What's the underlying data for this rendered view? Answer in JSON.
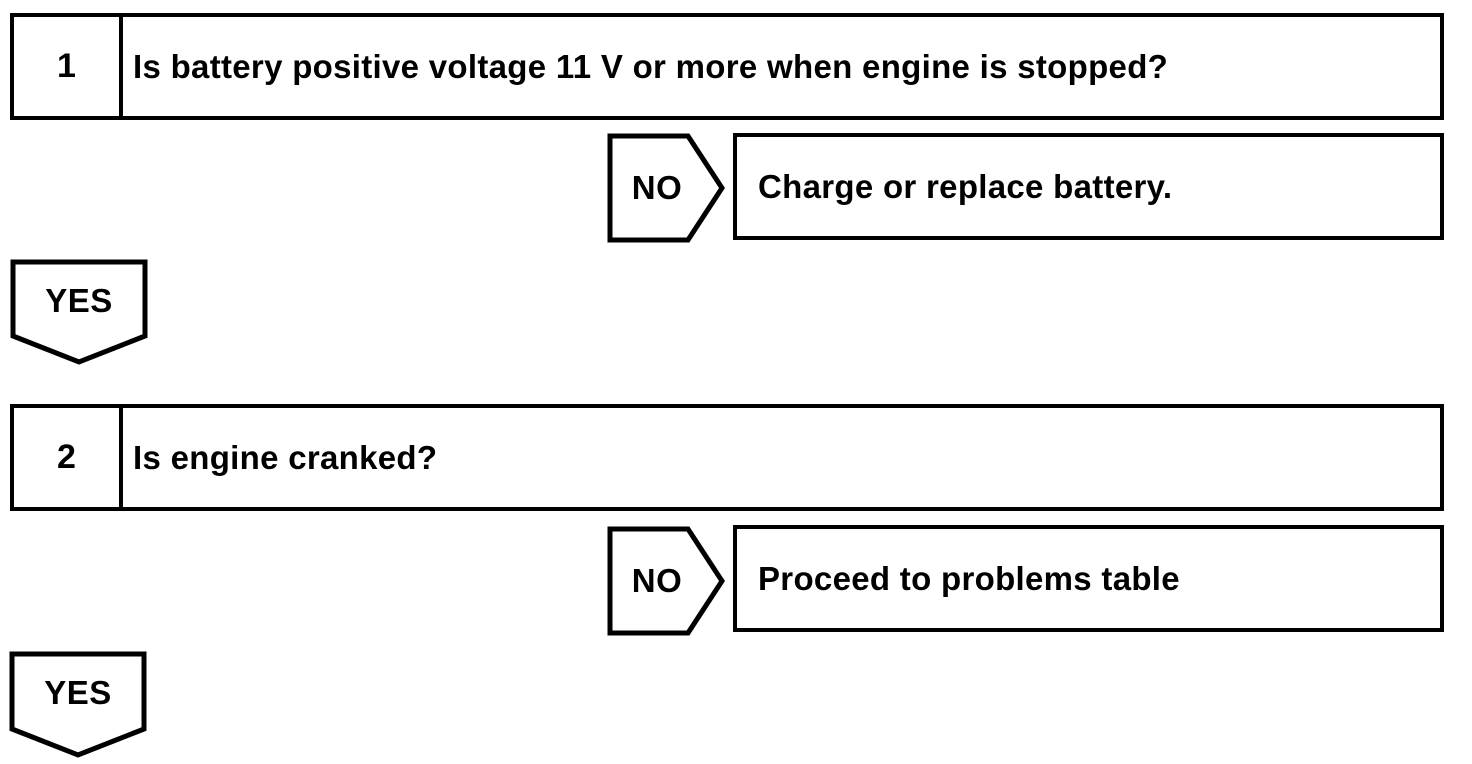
{
  "page": {
    "background_color": "#ffffff",
    "line_color": "#000000"
  },
  "flowchart": {
    "type": "diagnostic-flowchart",
    "steps": [
      {
        "number": "1",
        "question": "Is battery positive voltage 11 V or more when engine is stopped?",
        "no": {
          "label": "NO",
          "action": "Charge or replace battery."
        },
        "yes": {
          "label": "YES"
        }
      },
      {
        "number": "2",
        "question": "Is engine cranked?",
        "no": {
          "label": "NO",
          "action": "Proceed to problems table"
        },
        "yes": {
          "label": "YES"
        }
      }
    ]
  }
}
